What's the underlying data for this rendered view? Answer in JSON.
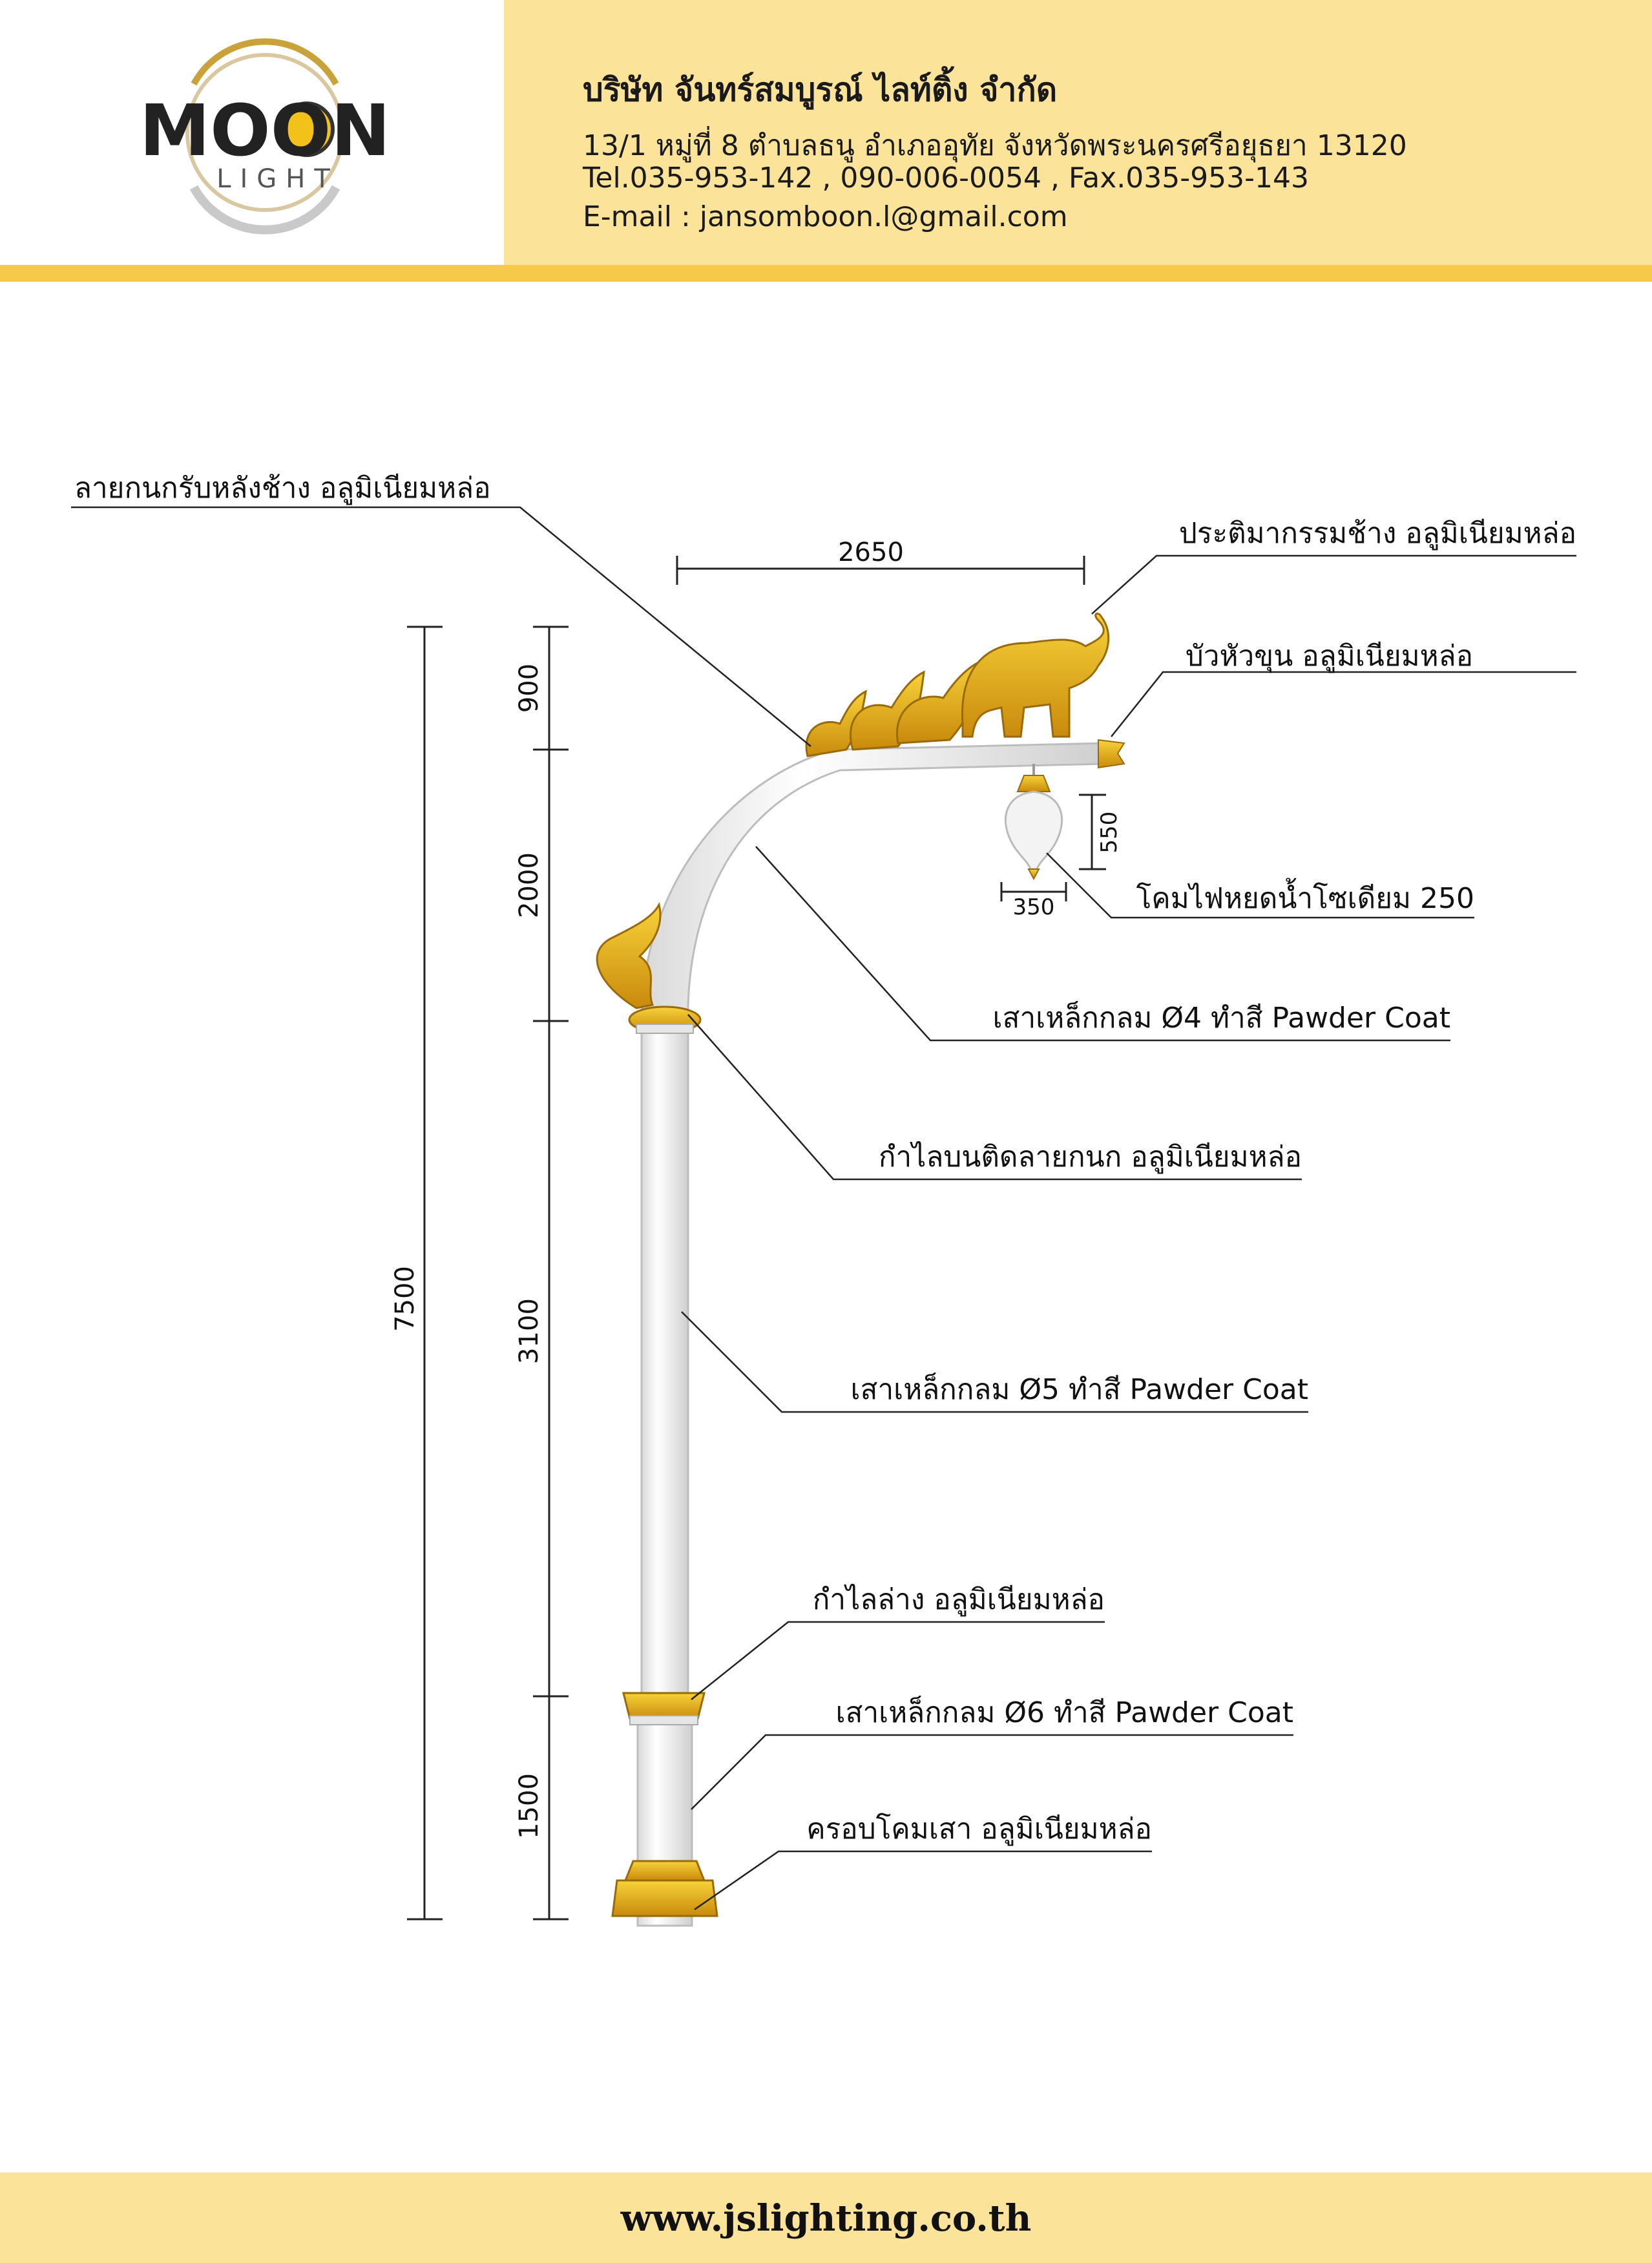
{
  "company": {
    "logo_main": "MOON",
    "logo_sub": "LIGHT",
    "name": "บริษัท จันทร์สมบูรณ์ ไลท์ติ้ง จำกัด",
    "address": "13/1 หมู่ที่ 8 ตำบลธนู อำเภออุทัย จังหวัดพระนครศรีอยุธยา 13120",
    "phone": "Tel.035-953-142 , 090-006-0054 , Fax.035-953-143",
    "email": "E-mail : jansomboon.l@gmail.com"
  },
  "labels": {
    "bird_pattern": "ลายกนกรับหลังช้าง อลูมิเนียมหล่อ",
    "elephant": "ประติมากรรมช้าง อลูมิเนียมหล่อ",
    "lotus_tip": "บัวหัวขุน อลูมิเนียมหล่อ",
    "lamp": "โคมไฟหยดน้ำโซเดียม 250",
    "arm_pole": "เสาเหล็กกลม Ø4 ทำสี Pawder Coat",
    "upper_ring": "กำไลบนติดลายกนก อลูมิเนียมหล่อ",
    "mid_pole": "เสาเหล็กกลม Ø5 ทำสี Pawder Coat",
    "lower_ring": "กำไลล่าง อลูมิเนียมหล่อ",
    "base_pole": "เสาเหล็กกลม Ø6 ทำสี Pawder Coat",
    "base_cover": "ครอบโคมเสา อลูมิเนียมหล่อ"
  },
  "dimensions": {
    "arm_width": "2650",
    "total_height": "7500",
    "seg_top": "900",
    "seg_arm": "2000",
    "seg_mid": "3100",
    "seg_base": "1500",
    "lamp_height": "550",
    "lamp_width": "350"
  },
  "footer": {
    "website": "www.jslighting.co.th"
  },
  "colors": {
    "header_bg": "#fbe49a",
    "header_stripe": "#f6c94a",
    "gold": "#e0a91a",
    "pole": "#f4f4f4"
  }
}
